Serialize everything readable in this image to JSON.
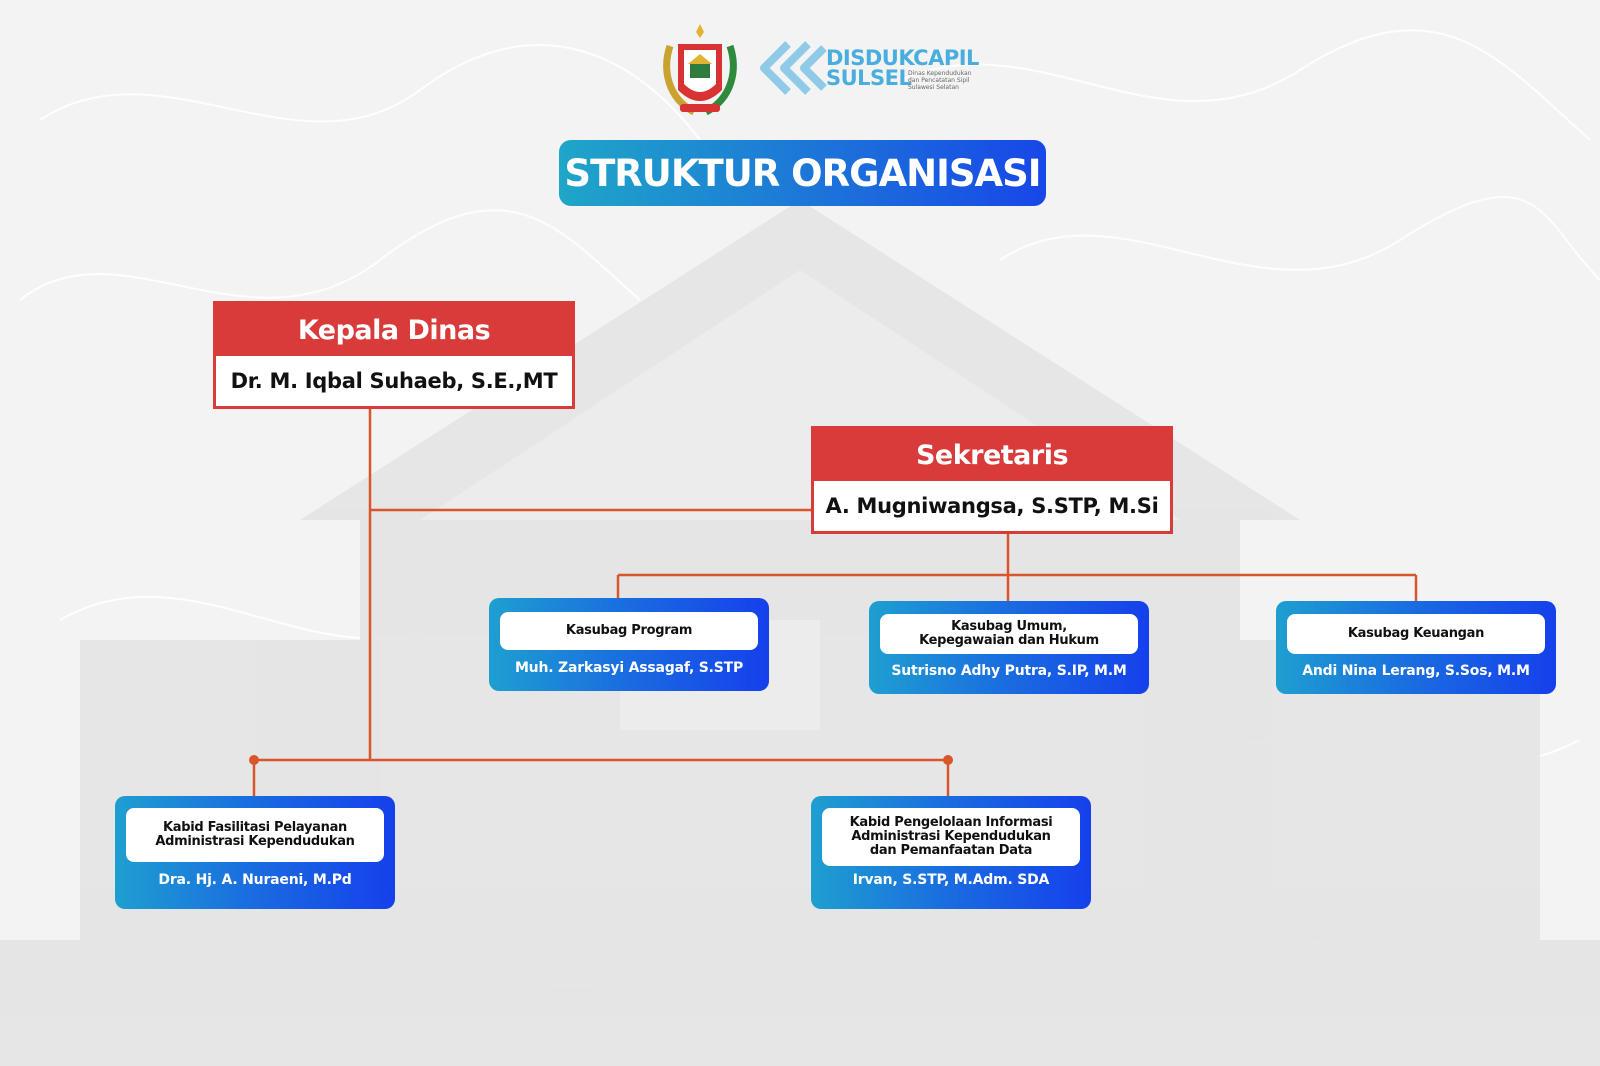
{
  "header": {
    "emblem_icon": "sulawesi-selatan-emblem",
    "brand_logo_icon": "disdukcapil-logo",
    "brand_title_line1": "DISDUKCAPIL",
    "brand_title_line2": "SULSEL",
    "brand_subtitle": "Dinas Kependudukan dan Pencatatan Sipil Sulawesi Selatan",
    "page_title": "STRUKTUR ORGANISASI"
  },
  "colors": {
    "leader_red": "#d93a3a",
    "unit_blue_start": "#1e9fd0",
    "unit_blue_end": "#1540ec",
    "connector": "#d9552a"
  },
  "org": {
    "kepala": {
      "role": "Kepala Dinas",
      "name": "Dr. M. Iqbal Suhaeb, S.E.,MT"
    },
    "sekretaris": {
      "role": "Sekretaris",
      "name": "A. Mugniwangsa, S.STP, M.Si"
    },
    "subbag": [
      {
        "role": "Kasubag Program",
        "name": "Muh. Zarkasyi Assagaf, S.STP"
      },
      {
        "role_line1": "Kasubag Umum,",
        "role_line2": "Kepegawaian dan Hukum",
        "name": "Sutrisno Adhy Putra, S.IP, M.M"
      },
      {
        "role": "Kasubag Keuangan",
        "name": "Andi Nina Lerang, S.Sos, M.M"
      }
    ],
    "kabid": [
      {
        "role_line1": "Kabid Fasilitasi Pelayanan",
        "role_line2": "Administrasi Kependudukan",
        "name": "Dra. Hj. A. Nuraeni, M.Pd"
      },
      {
        "role_line1": "Kabid Pengelolaan Informasi",
        "role_line2": "Administrasi Kependudukan",
        "role_line3": "dan Pemanfaatan Data",
        "name": "Irvan, S.STP, M.Adm. SDA"
      }
    ]
  }
}
